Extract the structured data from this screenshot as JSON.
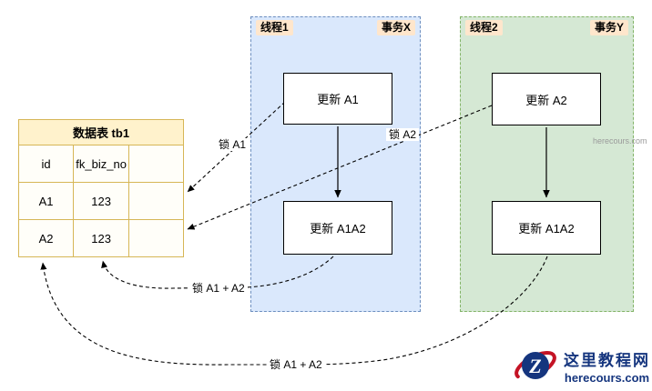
{
  "table": {
    "title": "数据表 tb1",
    "columns": [
      "id",
      "fk_biz_no",
      ""
    ],
    "rows": [
      [
        "A1",
        "123",
        ""
      ],
      [
        "A2",
        "123",
        ""
      ]
    ]
  },
  "panels": [
    {
      "thread": "线程1",
      "transaction": "事务X",
      "boxes": [
        "更新 A1",
        "更新 A1A2"
      ]
    },
    {
      "thread": "线程2",
      "transaction": "事务Y",
      "boxes": [
        "更新 A2",
        "更新 A1A2"
      ]
    }
  ],
  "edge_labels": {
    "lock_a1": "锁 A1",
    "lock_a2": "锁 A2",
    "lock_a1a2_thread1": "锁 A1 + A2",
    "lock_a1a2_thread2": "锁 A1 + A2"
  },
  "watermark": {
    "logo_letter": "Z",
    "brand": "这里教程网",
    "domain": "herecours.com",
    "side_text": "herecours.com"
  },
  "colors": {
    "panel_blue_fill": "#DAE8FC",
    "panel_blue_border": "#6C8EBF",
    "panel_green_fill": "#D5E8D4",
    "panel_green_border": "#82B366",
    "badge_fill": "#FFE6CC",
    "table_header_fill": "#FFF2CC",
    "table_border": "#D6B656",
    "watermark_navy": "#15357E",
    "watermark_red": "#C41325"
  }
}
